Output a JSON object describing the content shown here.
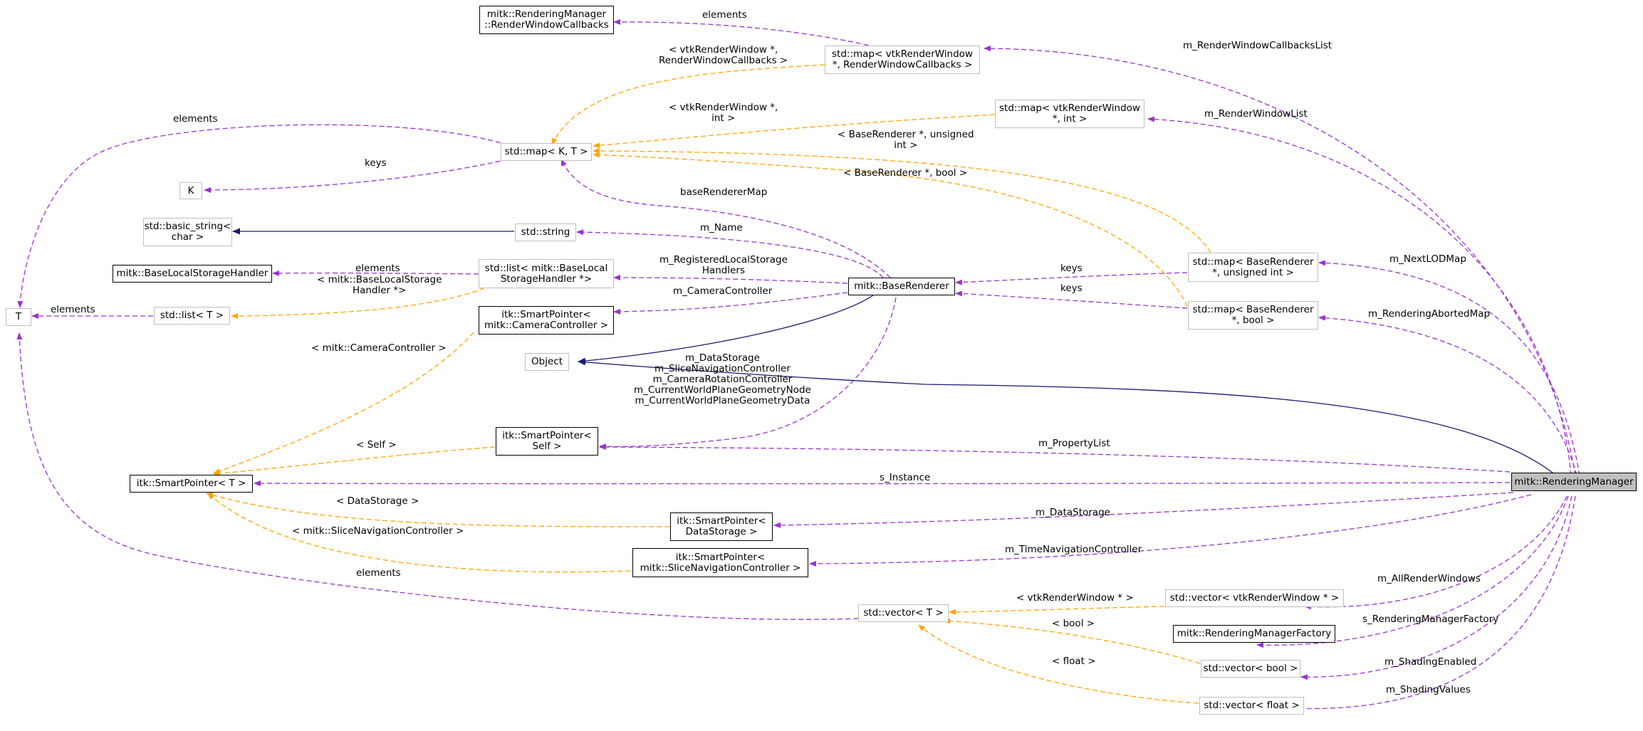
{
  "nodes": {
    "rendering_manager": "mitk::RenderingManager",
    "render_window_callbacks": [
      "mitk::RenderingManager",
      "::RenderWindowCallbacks"
    ],
    "map_render_window_callbacks": [
      "std::map< vtkRenderWindow",
      "*, RenderWindowCallbacks >"
    ],
    "map_render_window_int": [
      "std::map< vtkRenderWindow",
      "*, int >"
    ],
    "map_k_t": "std::map< K, T >",
    "k": "K",
    "t": "T",
    "basic_string": [
      "std::basic_string<",
      "char >"
    ],
    "std_string": "std::string",
    "base_local_storage_handler": "mitk::BaseLocalStorageHandler",
    "list_base_local_storage_handler": [
      "std::list< mitk::BaseLocal",
      "StorageHandler *>"
    ],
    "list_t": "std::list< T >",
    "base_renderer": "mitk::BaseRenderer",
    "smartpointer_camera_controller": [
      "itk::SmartPointer<",
      "mitk::CameraController >"
    ],
    "object": "Object",
    "smartpointer_self": [
      "itk::SmartPointer<",
      "Self >"
    ],
    "smartpointer_t": "itk::SmartPointer< T >",
    "smartpointer_data_storage": [
      "itk::SmartPointer<",
      "DataStorage >"
    ],
    "smartpointer_slice_nav": [
      "itk::SmartPointer<",
      "mitk::SliceNavigationController >"
    ],
    "map_base_renderer_uint": [
      "std::map< BaseRenderer",
      "*, unsigned int >"
    ],
    "map_base_renderer_bool": [
      "std::map< BaseRenderer",
      "*, bool >"
    ],
    "vector_t": "std::vector< T >",
    "vector_vtk_render_window": "std::vector< vtkRenderWindow * >",
    "rendering_manager_factory": "mitk::RenderingManagerFactory",
    "vector_bool": "std::vector< bool >",
    "vector_float": "std::vector< float >"
  },
  "edge_labels": {
    "elements_callbacks": "elements",
    "m_render_window_callbacks_list": "m_RenderWindowCallbacksList",
    "tpl_vtk_callbacks": [
      "< vtkRenderWindow *,",
      "RenderWindowCallbacks >"
    ],
    "tpl_vtk_int": [
      "< vtkRenderWindow *,",
      "int >"
    ],
    "m_render_window_list": "m_RenderWindowList",
    "elements_map_t": "elements",
    "keys_map_k": "keys",
    "tpl_base_renderer_uint": [
      "< BaseRenderer *, unsigned",
      "int >"
    ],
    "tpl_base_renderer_bool": "< BaseRenderer *, bool >",
    "base_renderer_map": "baseRendererMap",
    "m_name": "m_Name",
    "elements_local_storage": "elements",
    "m_registered_local_storage_handlers": [
      "m_RegisteredLocalStorage",
      "Handlers"
    ],
    "tpl_local_storage_handler": [
      "< mitk::BaseLocalStorage",
      "Handler *>"
    ],
    "elements_list_t": "elements",
    "m_camera_controller": "m_CameraController",
    "keys_uint": "keys",
    "keys_bool": "keys",
    "m_next_lod_map": "m_NextLODMap",
    "m_rendering_aborted_map": "m_RenderingAbortedMap",
    "tpl_camera_controller": "< mitk::CameraController >",
    "renderer_smartpointer_members": [
      "m_DataStorage",
      "m_SliceNavigationController",
      "m_CameraRotationController",
      "m_CurrentWorldPlaneGeometryNode",
      "m_CurrentWorldPlaneGeometryData"
    ],
    "tpl_self": "< Self >",
    "m_property_list": "m_PropertyList",
    "s_instance": "s_Instance",
    "tpl_data_storage": "< DataStorage >",
    "m_data_storage": "m_DataStorage",
    "tpl_slice_nav": "< mitk::SliceNavigationController >",
    "m_time_navigation_controller": "m_TimeNavigationController",
    "elements_vector_t": "elements",
    "m_all_render_windows": "m_AllRenderWindows",
    "tpl_vtk_render_window_ptr": "< vtkRenderWindow * >",
    "s_rendering_manager_factory": "s_RenderingManagerFactory",
    "tpl_bool": "< bool >",
    "m_shading_enabled": "m_ShadingEnabled",
    "tpl_float": "< float >",
    "m_shading_values": "m_ShadingValues"
  },
  "colors": {
    "usage_edge": "#9a32cd",
    "template_edge": "#ffa500",
    "inheritance_edge": "#191970",
    "node_border": "#000000",
    "external_node_border": "#bfbfbf",
    "focus_fill": "#bfbfbf"
  }
}
